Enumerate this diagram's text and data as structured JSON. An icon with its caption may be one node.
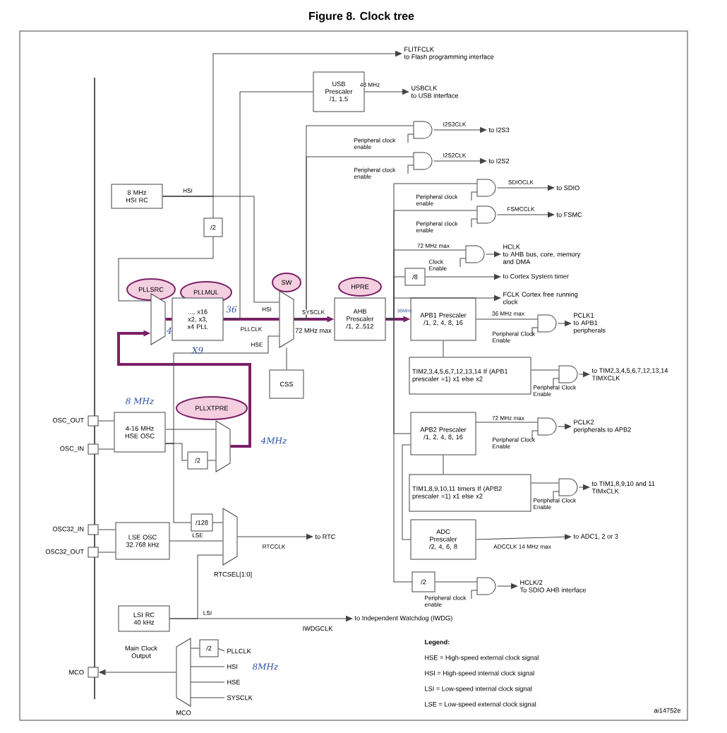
{
  "diagram": {
    "title": "Figure 8. Clock tree",
    "nodes": [
      {
        "text": [
          "FLITFCLK",
          "to Flash programming interface"
        ]
      },
      {
        "text": [
          "USB Prescaler /1, 1.5"
        ]
      },
      {
        "text": [
          "USBCLK",
          "to USB interface"
        ]
      },
      {
        "text": [],
        "shape": "gate"
      },
      {
        "text": [
          "to I2S3"
        ]
      },
      {
        "text": [],
        "shape": "gate"
      },
      {
        "text": [
          "to I2S2"
        ]
      },
      {
        "text": [
          "8 MHz HSI RC"
        ]
      },
      {
        "text": [],
        "shape": "gate"
      },
      {
        "text": [
          "to SDIO"
        ]
      },
      {
        "text": [],
        "shape": "gate"
      },
      {
        "text": [
          "to FSMC"
        ]
      },
      {
        "text": [
          "/2"
        ]
      },
      {
        "text": [],
        "shape": "gate"
      },
      {
        "text": [
          "HCLK",
          "to AHB bus, core, memory and DMA"
        ]
      },
      {
        "text": [
          "/8"
        ]
      },
      {
        "text": [
          "to Cortex System timer"
        ]
      },
      {
        "text": [
          "FCLK Cortex free running clock"
        ]
      },
      {
        "text": [
          "PLLSRC"
        ]
      },
      {
        "text": [
          "PLLMUL"
        ]
      },
      {
        "text": [
          "SW"
        ]
      },
      {
        "text": [
          "HPRE"
        ]
      },
      {
        "text": [],
        "shape": "mux"
      },
      {
        "text": [
          "..., x16 x2, x3, x4 PLL"
        ]
      },
      {
        "text": [],
        "shape": "mux"
      },
      {
        "text": [
          "AHB Prescaler /1, 2..512"
        ]
      },
      {
        "text": [
          "APB1 Prescaler /1, 2, 4, 8, 16"
        ]
      },
      {
        "text": [],
        "shape": "gate"
      },
      {
        "text": [
          "PCLK1",
          "to APB1 peripherals"
        ]
      },
      {
        "text": [
          "TIM2,3,4,5,6,7,12,13,14 If (APB1 prescaler =1) x1 else x2"
        ]
      },
      {
        "text": [],
        "shape": "gate"
      },
      {
        "text": [
          "to TIM2,3,4,5,6,7,12,13,14",
          "TIMXCLK"
        ]
      },
      {
        "text": [
          "CSS"
        ]
      },
      {
        "text": [
          "PLLXTPRE"
        ]
      },
      {
        "text": [],
        "shape": "box",
        "beside": [
          "OSC_OUT"
        ]
      },
      {
        "text": [
          "4-16 MHz HSE OSC"
        ]
      },
      {
        "text": [],
        "shape": "mux"
      },
      {
        "text": [],
        "shape": "box",
        "beside": [
          "OSC_IN"
        ]
      },
      {
        "text": [
          "/2"
        ]
      },
      {
        "text": [
          "APB2 Prescaler /1, 2, 4, 8, 16"
        ]
      },
      {
        "text": [],
        "shape": "gate"
      },
      {
        "text": [
          "PCLK2",
          "peripherals to APB2"
        ]
      },
      {
        "text": [
          "TIM1,8,9,10,11 timers If (APB2 prescaler =1) x1 else x2"
        ]
      },
      {
        "text": [],
        "shape": "gate"
      },
      {
        "text": [
          "to TIM1,8,9,10 and 11",
          "TIMxCLK"
        ]
      },
      {
        "text": [
          "/128"
        ]
      },
      {
        "text": [],
        "shape": "mux"
      },
      {
        "text": [],
        "shape": "box",
        "beside": [
          "OSC32_IN"
        ]
      },
      {
        "text": [
          "LSE OSC 32.768 kHz"
        ]
      },
      {
        "text": [],
        "shape": "box",
        "beside": [
          "OSC32_OUT"
        ]
      },
      {
        "text": [
          "to RTC"
        ]
      },
      {
        "text": [
          "ADC Prescaler /2, 4, 6, 8"
        ]
      },
      {
        "text": [
          "to ADC1, 2 or 3"
        ]
      },
      {
        "text": [
          "LSI RC 40 kHz"
        ]
      },
      {
        "text": [
          "to Independent Watchdog (IWDG)"
        ]
      },
      {
        "text": [
          "/2"
        ]
      },
      {
        "text": [],
        "shape": "gate"
      },
      {
        "text": [
          "HCLK/2",
          "To SDIO AHB interface"
        ]
      },
      {
        "text": [
          "/2"
        ]
      },
      {
        "text": [],
        "shape": "mux",
        "beside": [
          "MCO"
        ]
      },
      {
        "text": [],
        "shape": "box",
        "beside": [
          "MCO"
        ]
      }
    ],
    "edges": [
      {
        "from": 7,
        "to": 0,
        "arrow": "to"
      },
      {
        "from": 7,
        "to": 12,
        "arrow": "none",
        "label": "HSI"
      },
      {
        "from": 12,
        "to": 22,
        "arrow": "none"
      },
      {
        "from": 36,
        "to": 22,
        "arrow": "to",
        "style": "thick",
        "color": "#7b2167"
      },
      {
        "from": 22,
        "to": 23,
        "arrow": "none",
        "style": "thick",
        "color": "#7b2167"
      },
      {
        "from": 23,
        "to": 24,
        "arrow": "none",
        "label": "PLLCLK",
        "style": "thick",
        "color": "#7b2167"
      },
      {
        "from": 7,
        "to": 24,
        "arrow": "none",
        "label": "HSI"
      },
      {
        "from": 35,
        "to": 24,
        "arrow": "none",
        "label": "HSE"
      },
      {
        "from": 24,
        "to": 25,
        "arrow": "to",
        "label": "SYSCLK",
        "style": "thick",
        "color": "#7b2167"
      },
      {
        "from": 24,
        "to": 32,
        "arrow": "none"
      },
      {
        "from": 25,
        "to": 26,
        "arrow": "to",
        "style": "thick",
        "color": "#7b2167"
      },
      {
        "from": 23,
        "to": 1,
        "arrow": "none"
      },
      {
        "from": 1,
        "to": 2,
        "arrow": "to",
        "label": "48 MHz"
      },
      {
        "from": 24,
        "to": 3,
        "arrow": "none"
      },
      {
        "from": 24,
        "to": 5,
        "arrow": "none"
      },
      {
        "from": 3,
        "to": 4,
        "arrow": "to",
        "label": "I2S3CLK"
      },
      {
        "from": 5,
        "to": 6,
        "arrow": "to",
        "label": "I2S2CLK"
      },
      {
        "from": 25,
        "to": 8,
        "arrow": "none"
      },
      {
        "from": 8,
        "to": 9,
        "arrow": "to",
        "label": "SDIOCLK"
      },
      {
        "from": 25,
        "to": 10,
        "arrow": "none"
      },
      {
        "from": 10,
        "to": 11,
        "arrow": "to",
        "label": "FSMCCLK"
      },
      {
        "from": 25,
        "to": 13,
        "arrow": "none",
        "label": "72 MHz max"
      },
      {
        "from": 13,
        "to": 14,
        "arrow": "to"
      },
      {
        "from": 25,
        "to": 15,
        "arrow": "none"
      },
      {
        "from": 15,
        "to": 16,
        "arrow": "to"
      },
      {
        "from": 25,
        "to": 17,
        "arrow": "to"
      },
      {
        "from": 26,
        "to": 27,
        "arrow": "none",
        "label": "36 MHz max"
      },
      {
        "from": 27,
        "to": 28,
        "arrow": "to"
      },
      {
        "from": 26,
        "to": 29,
        "arrow": "none"
      },
      {
        "from": 29,
        "to": 30,
        "arrow": "none"
      },
      {
        "from": 30,
        "to": 31,
        "arrow": "to"
      },
      {
        "from": 25,
        "to": 39,
        "arrow": "none"
      },
      {
        "from": 39,
        "to": 40,
        "arrow": "none",
        "label": "72 MHz max"
      },
      {
        "from": 40,
        "to": 41,
        "arrow": "to"
      },
      {
        "from": 39,
        "to": 42,
        "arrow": "none"
      },
      {
        "from": 42,
        "to": 43,
        "arrow": "none"
      },
      {
        "from": 43,
        "to": 44,
        "arrow": "to"
      },
      {
        "from": 39,
        "to": 51,
        "arrow": "none"
      },
      {
        "from": 51,
        "to": 52,
        "arrow": "to",
        "label": "ADCCLK 14 MHz max"
      },
      {
        "from": 25,
        "to": 55,
        "arrow": "none"
      },
      {
        "from": 55,
        "to": 56,
        "arrow": "none"
      },
      {
        "from": 56,
        "to": 57,
        "arrow": "to"
      },
      {
        "from": 35,
        "to": 36,
        "arrow": "none"
      },
      {
        "from": 35,
        "to": 38,
        "arrow": "none"
      },
      {
        "from": 38,
        "to": 36,
        "arrow": "none"
      },
      {
        "from": 35,
        "to": 45,
        "arrow": "none"
      },
      {
        "from": 45,
        "to": 46,
        "arrow": "none"
      },
      {
        "from": 48,
        "to": 46,
        "arrow": "none",
        "label": "LSE"
      },
      {
        "from": 53,
        "to": 46,
        "arrow": "none"
      },
      {
        "from": 46,
        "to": 50,
        "arrow": "to",
        "label": "RTCCLK"
      },
      {
        "from": 53,
        "to": 54,
        "arrow": "to",
        "label": "LSI"
      },
      {
        "from": 34,
        "to": 35,
        "arrow": "none"
      },
      {
        "from": 37,
        "to": 35,
        "arrow": "none"
      },
      {
        "from": 47,
        "to": 48,
        "arrow": "none"
      },
      {
        "from": 49,
        "to": 48,
        "arrow": "none"
      },
      {
        "from": 58,
        "to": 59,
        "arrow": "none"
      },
      {
        "from": 59,
        "to": 60,
        "arrow": "to"
      }
    ],
    "labels": [
      "Peripheral clock enable",
      "Peripheral clock enable",
      "Peripheral clock enable",
      "Peripheral clock enable",
      "Clock Enable",
      "4",
      "36",
      "72 MHz max",
      "36MHz",
      "X9",
      "Peripheral Clock Enable",
      "Peripheral Clock Enable",
      "8 MHz",
      "4MHz",
      "Peripheral Clock Enable",
      "Peripheral Clock Enable",
      "RTCSEL[1:0]",
      "Peripheral clock enable",
      "IWDGCLK",
      "Legend:",
      "Main Clock Output",
      "PLLCLK",
      "HSI",
      "8MHz",
      "HSE",
      "SYSCLK",
      "ai14752e"
    ],
    "legend": [
      {
        "text": "HSE = High-speed external clock signal"
      },
      {
        "text": "HSI = High-speed internal clock signal"
      },
      {
        "text": "LSI = Low-speed internal clock signal"
      },
      {
        "text": "LSE = Low-speed external clock signal"
      }
    ]
  }
}
